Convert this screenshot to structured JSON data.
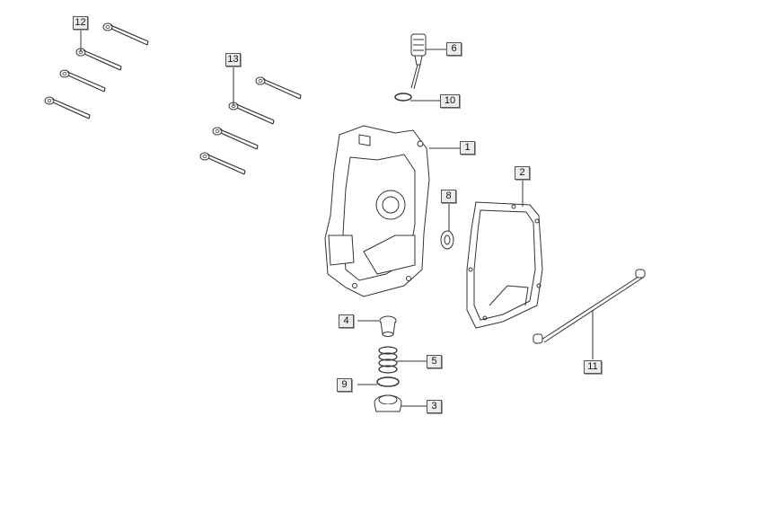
{
  "diagram": {
    "callouts": [
      {
        "id": "c1",
        "label": "1"
      },
      {
        "id": "c2",
        "label": "2"
      },
      {
        "id": "c3",
        "label": "3"
      },
      {
        "id": "c4",
        "label": "4"
      },
      {
        "id": "c5",
        "label": "5"
      },
      {
        "id": "c6",
        "label": "6"
      },
      {
        "id": "c8",
        "label": "8"
      },
      {
        "id": "c9",
        "label": "9"
      },
      {
        "id": "c10",
        "label": "10"
      },
      {
        "id": "c11",
        "label": "11"
      },
      {
        "id": "c12",
        "label": "12"
      },
      {
        "id": "c13",
        "label": "13"
      }
    ],
    "colors": {
      "line": "#333333",
      "fill": "#ffffff",
      "label_bg": "#ececec"
    }
  }
}
